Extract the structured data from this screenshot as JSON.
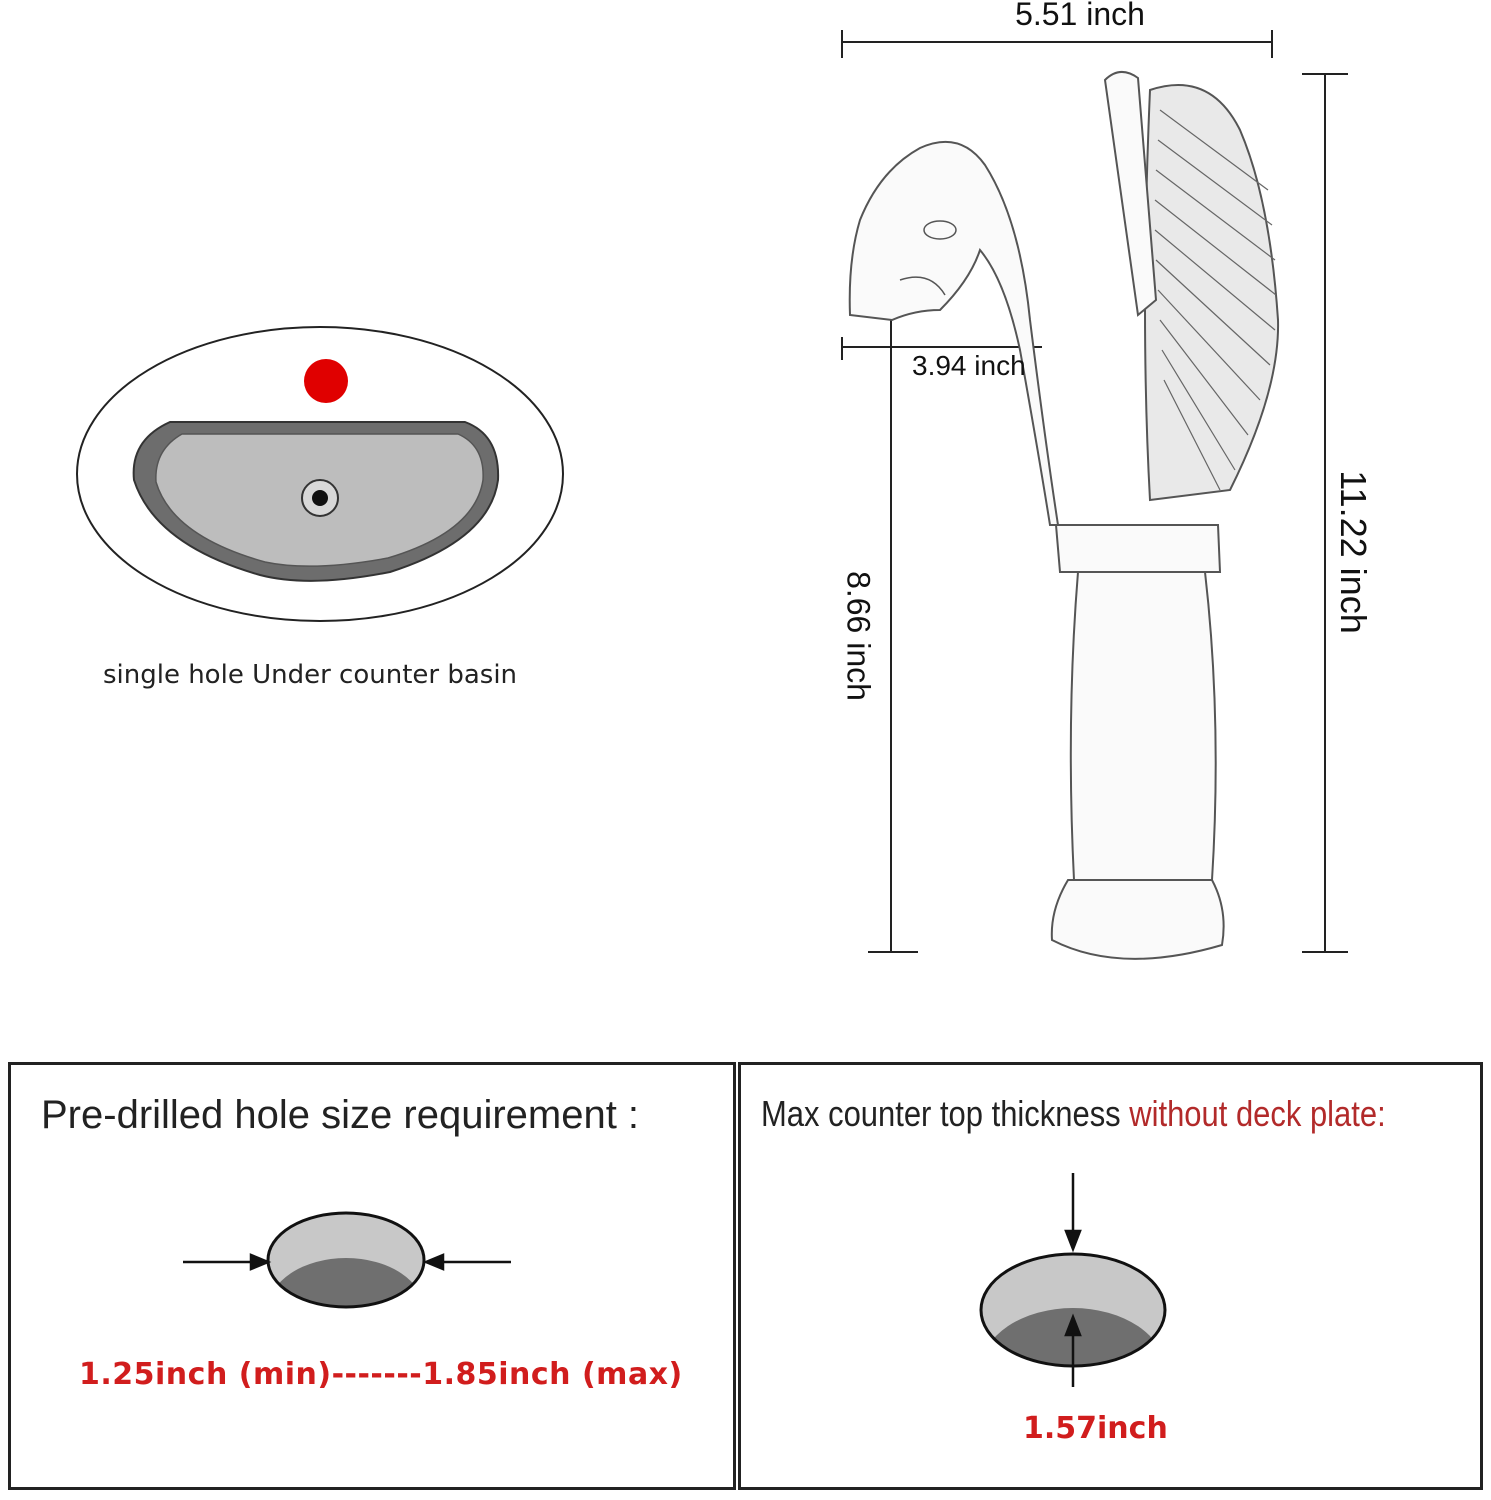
{
  "basin": {
    "caption": "single hole Under counter basin",
    "hole_color": "#e00000"
  },
  "faucet": {
    "width_label": "5.51 inch",
    "spout_reach_label": "3.94 inch",
    "spout_height_label": "8.66 inch",
    "total_height_label": "11.22 inch"
  },
  "hole_panel": {
    "title": "Pre-drilled hole size requirement :",
    "range_label": "1.25inch (min)-------1.85inch (max)"
  },
  "thickness_panel": {
    "title_main": "Max counter top thickness ",
    "title_accent": "without deck plate:",
    "value_label": "1.57inch"
  },
  "colors": {
    "accent_red": "#d11d1d",
    "accent_dark_red": "#b22a2a"
  }
}
